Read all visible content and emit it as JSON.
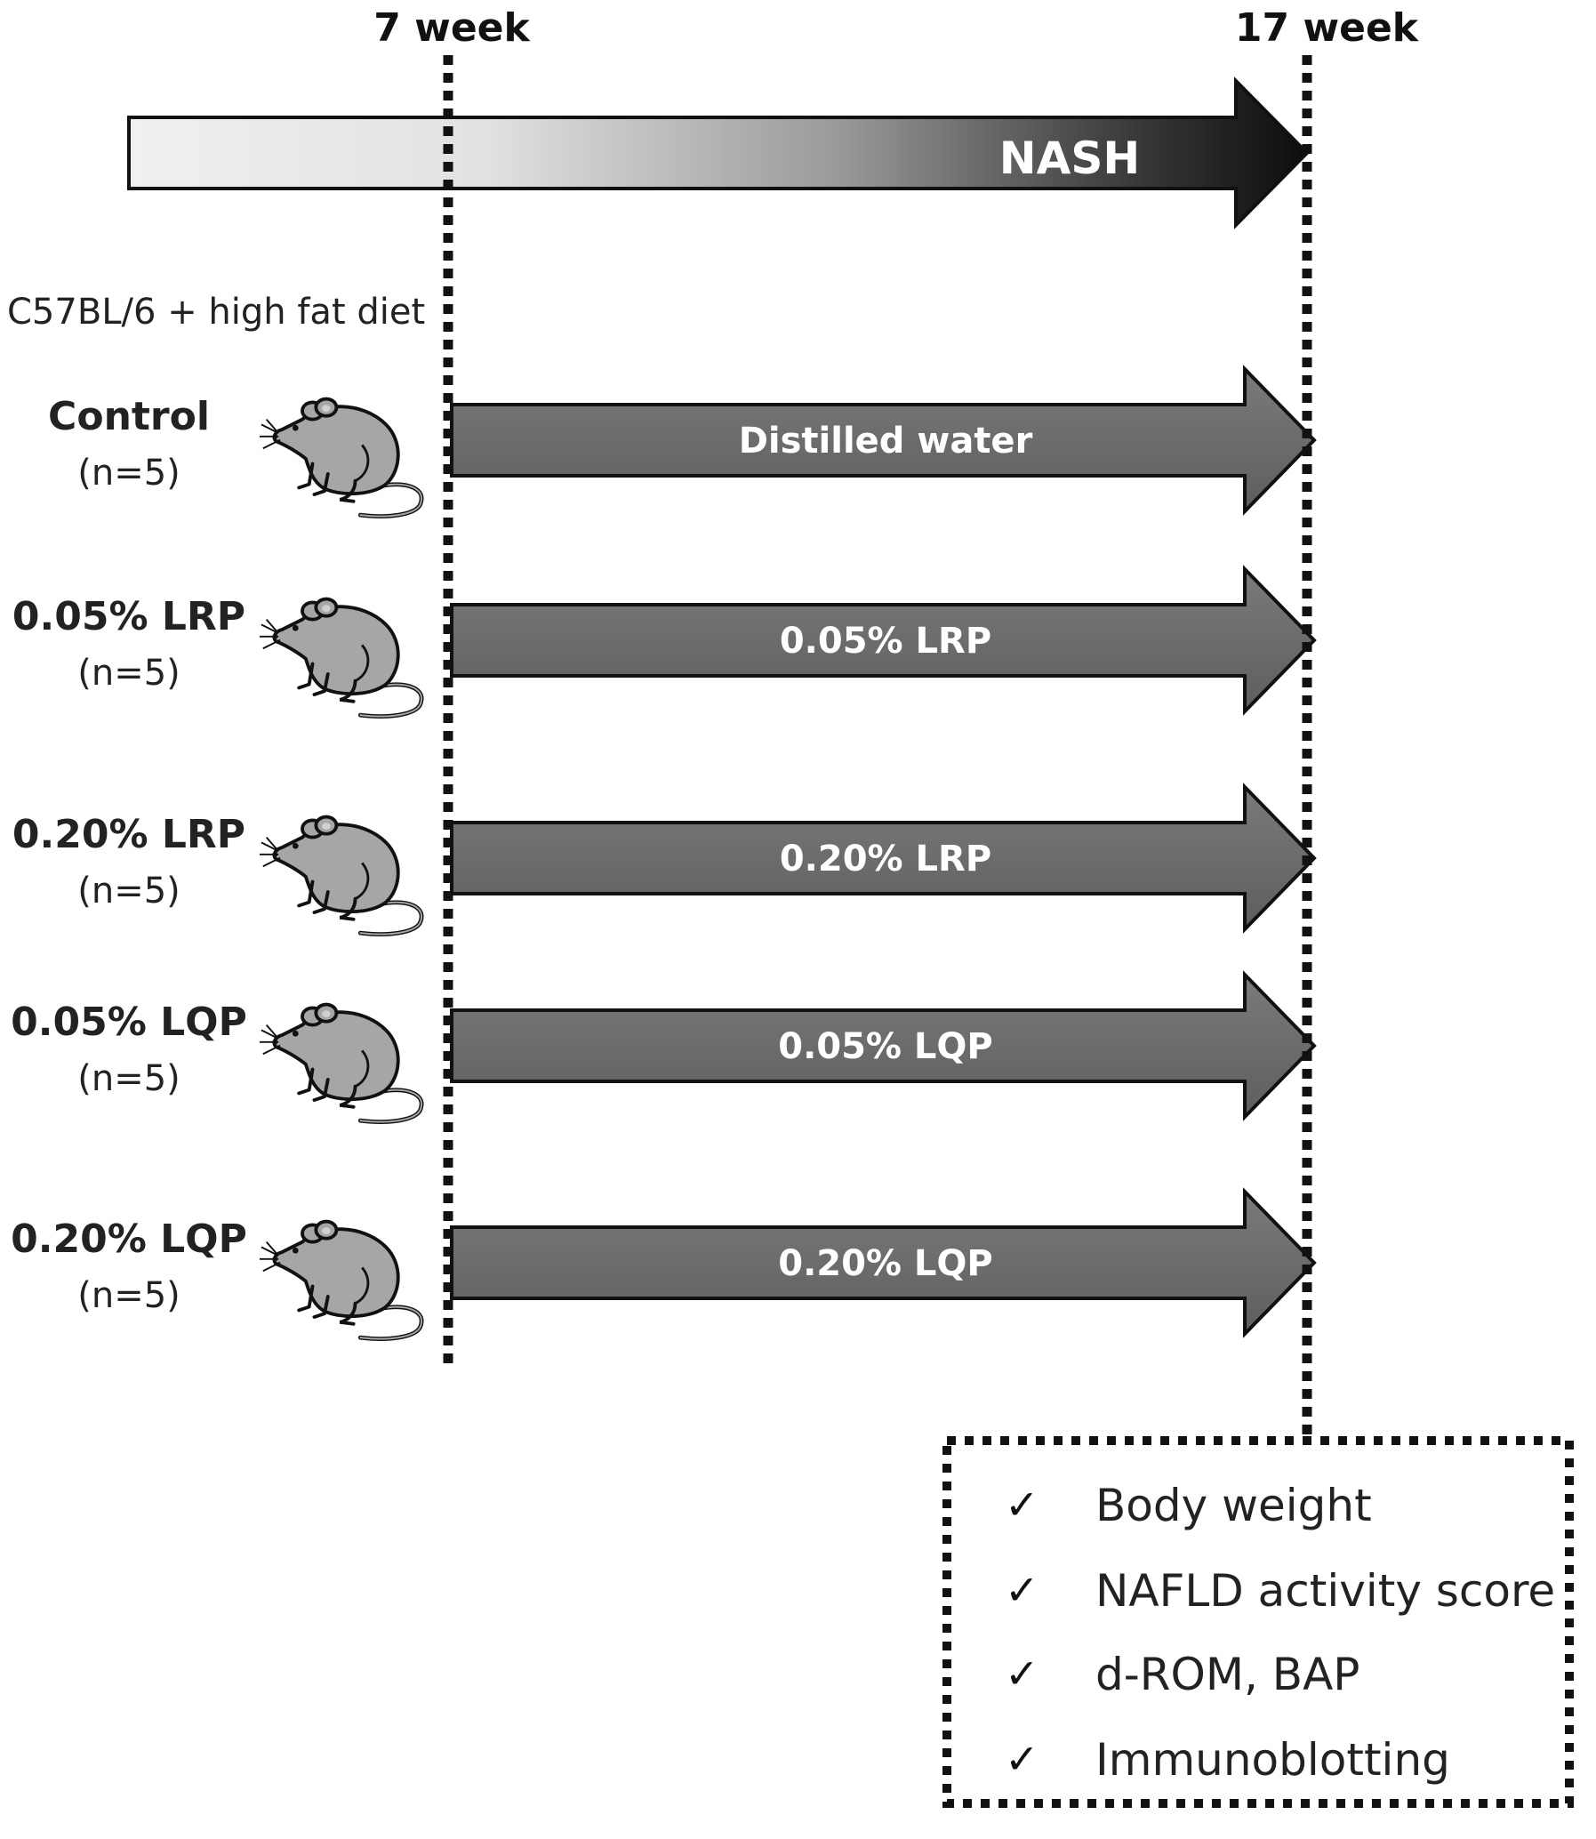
{
  "timeline": {
    "start_label": "7 week",
    "end_label": "17 week",
    "disease_label": "NASH"
  },
  "model_label": "C57BL/6 + high fat diet",
  "groups": [
    {
      "name": "Control",
      "n": "(n=5)",
      "treatment": "Distilled water"
    },
    {
      "name": "0.05% LRP",
      "n": "(n=5)",
      "treatment": "0.05% LRP"
    },
    {
      "name": "0.20% LRP",
      "n": "(n=5)",
      "treatment": "0.20% LRP"
    },
    {
      "name": "0.05% LQP",
      "n": "(n=5)",
      "treatment": "0.05% LQP"
    },
    {
      "name": "0.20% LQP",
      "n": "(n=5)",
      "treatment": "0.20% LQP"
    }
  ],
  "outcomes": {
    "check_symbol": "✓",
    "items": [
      "Body weight",
      "NAFLD activity score",
      "d-ROM, BAP",
      "Immunoblotting"
    ]
  },
  "colors": {
    "treatment_arrow": "#6b6b6b",
    "mouse_fill": "#a6a6a6",
    "line": "#111111"
  }
}
